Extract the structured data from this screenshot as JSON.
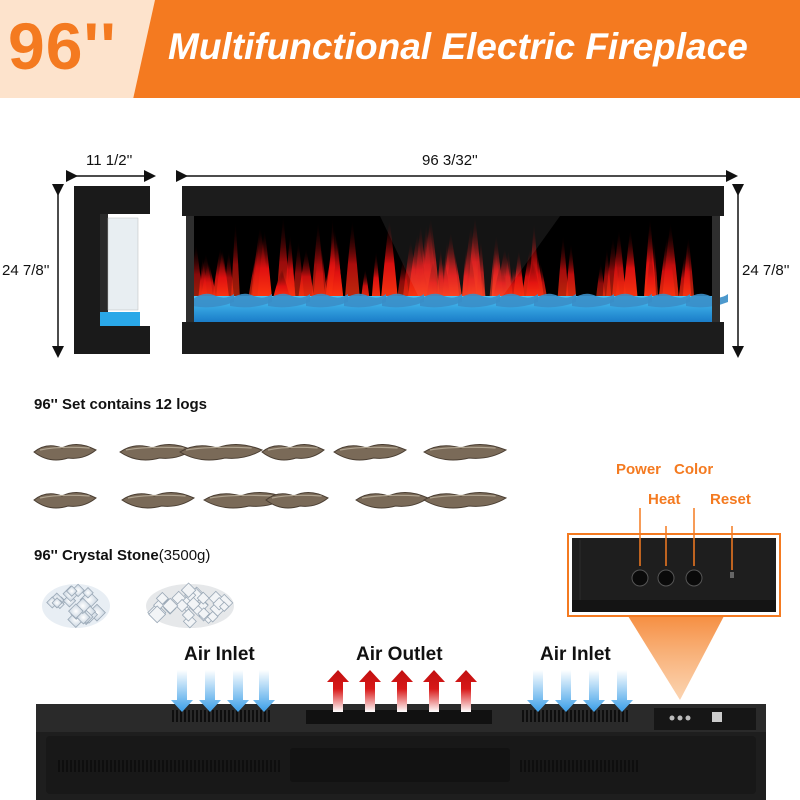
{
  "header": {
    "size": "96''",
    "title": "Multifunctional Electric Fireplace"
  },
  "dimensions": {
    "side_width": "11 1/2''",
    "front_width": "96 3/32''",
    "left_height": "24 7/8''",
    "right_height": "24 7/8''"
  },
  "logs": {
    "label": "96'' Set contains 12 logs",
    "count": 12
  },
  "stones": {
    "label_bold": "96'' Crystal Stone",
    "label_plain": "(3500g)"
  },
  "controls": {
    "power": "Power",
    "color": "Color",
    "heat": "Heat",
    "reset": "Reset"
  },
  "airflow": {
    "inlet_left": "Air Inlet",
    "outlet": "Air Outlet",
    "inlet_right": "Air Inlet"
  },
  "colors": {
    "accent": "#f47a20",
    "accent_light": "#fde3cc",
    "flame_red": "#e01010",
    "flame_blue": "#2aa8e8",
    "arrow_red": "#d81818",
    "arrow_blue": "#3a9ee8"
  },
  "icons": [
    "dimension-arrow-icon",
    "air-inlet-arrow-icon",
    "air-outlet-arrow-icon",
    "control-knob-icon"
  ]
}
